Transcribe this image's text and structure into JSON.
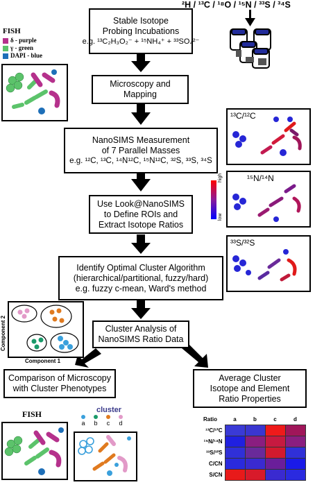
{
  "isotopes_header": "²H / ¹³C / ¹⁸O / ¹⁵N / ³³S / ³⁴S",
  "fish_legend": {
    "title": "FISH",
    "items": [
      {
        "label": "δ - purple",
        "color": "#b5318c"
      },
      {
        "label": "γ - green",
        "color": "#5cc36b"
      },
      {
        "label": "DAPI - blue",
        "color": "#1e6fb8"
      }
    ]
  },
  "steps": {
    "s1": {
      "line1": "Stable Isotope",
      "line2": "Probing Incubations",
      "line3": "e.g. ¹³C₂H₃O₂⁻ + ¹⁵NH₄⁺ + ³³SO₄²⁻"
    },
    "s2": {
      "line1": "Microscopy and",
      "line2": "Mapping"
    },
    "s3": {
      "line1": "NanoSIMS Measurement",
      "line2": "of 7 Parallel Masses",
      "line3": "e.g. ¹²C, ¹³C, ¹⁴N¹²C, ¹⁵N¹²C, ³²S, ³³S, ³⁴S"
    },
    "s4": {
      "line1": "Use Look@NanoSIMS",
      "line2": "to Define ROIs and",
      "line3": "Extract Isotope Ratios"
    },
    "s5": {
      "line1": "Identify Optimal Cluster Algorithm",
      "line2": "(hierarchical/partitional, fuzzy/hard)",
      "line3": "e.g. fuzzy c-mean, Ward's method"
    },
    "s6": {
      "line1": "Cluster Analysis of",
      "line2": "NanoSIMS Ratio Data"
    },
    "s7": {
      "line1": "Comparison of Microscopy",
      "line2": "with Cluster Phenotypes"
    },
    "s8": {
      "line1": "Average Cluster",
      "line2": "Isotope and Element",
      "line3": "Ratio Properties"
    }
  },
  "ratio_panels": [
    "¹³C/¹²C",
    "¹⁵N/¹⁴N",
    "³³S/³²S"
  ],
  "colorbar": {
    "high": "high",
    "low": "low"
  },
  "component_plot": {
    "xlabel": "Component 1",
    "ylabel": "Component 2"
  },
  "fish_bottom_title": "FISH",
  "cluster_legend": {
    "title": "cluster",
    "items": [
      {
        "label": "a",
        "color": "#3aa0dc"
      },
      {
        "label": "b",
        "color": "#1a9a6a"
      },
      {
        "label": "c",
        "color": "#e07a1f"
      },
      {
        "label": "d",
        "color": "#e29ac8"
      }
    ]
  },
  "ratio_table": {
    "header": [
      "Ratio",
      "a",
      "b",
      "c",
      "d"
    ],
    "rows": [
      {
        "label": "¹³C/¹²C",
        "colors": [
          "#3a3ad6",
          "#3a36d0",
          "#ee1a1a",
          "#a0165a"
        ]
      },
      {
        "label": "¹⁵N/¹⁴N",
        "colors": [
          "#2020e0",
          "#8a1e80",
          "#c61a40",
          "#8a1e80"
        ]
      },
      {
        "label": "³³S/³²S",
        "colors": [
          "#3030d8",
          "#6a2a9a",
          "#d21a2e",
          "#3030d8"
        ]
      },
      {
        "label": "C/CN",
        "colors": [
          "#2a2ade",
          "#3a2ad0",
          "#6a1e9a",
          "#1a1ae8"
        ]
      },
      {
        "label": "S/CN",
        "colors": [
          "#e81a1a",
          "#d81a2a",
          "#3a2ad0",
          "#2a2ae0"
        ]
      }
    ]
  }
}
